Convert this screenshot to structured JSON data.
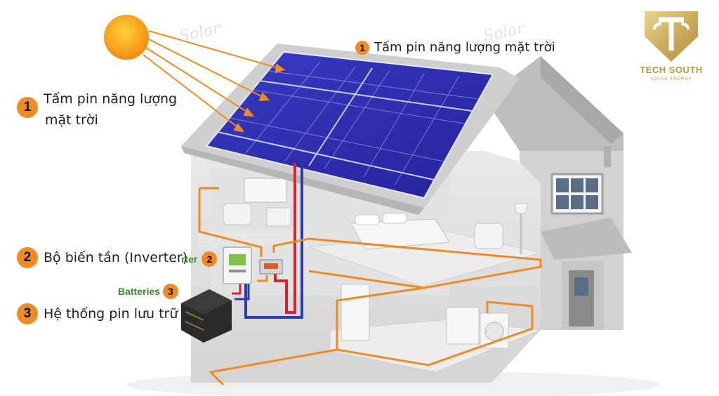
{
  "labels": [
    {
      "number": "1",
      "text": "Tấm pin năng lượng mặt trời"
    },
    {
      "number": "1",
      "line1": "Tấm pin năng lượng",
      "line2": "mặt trời"
    },
    {
      "number": "2",
      "text": "Bộ biến tần (Inverter)"
    },
    {
      "number": "3",
      "text": "Hệ thống pin lưu trữ"
    }
  ],
  "callouts": {
    "inverter_partial": "rter",
    "inverter_number": "2",
    "batteries": "Batteries",
    "batteries_number": "3"
  },
  "watermark": "Solar",
  "logo": {
    "name": "TECH SOUTH",
    "tagline": "SOLAR ENERGY"
  },
  "colors": {
    "badge": "#f08a24",
    "sun": "#f7a11d",
    "panel": "#2a2aa8",
    "wire": "#f08a24",
    "cable_red": "#d9222a",
    "cable_blue": "#2a3bb0",
    "callout_green": "#3c8a2e",
    "logo_gold": "#c8a44a"
  }
}
